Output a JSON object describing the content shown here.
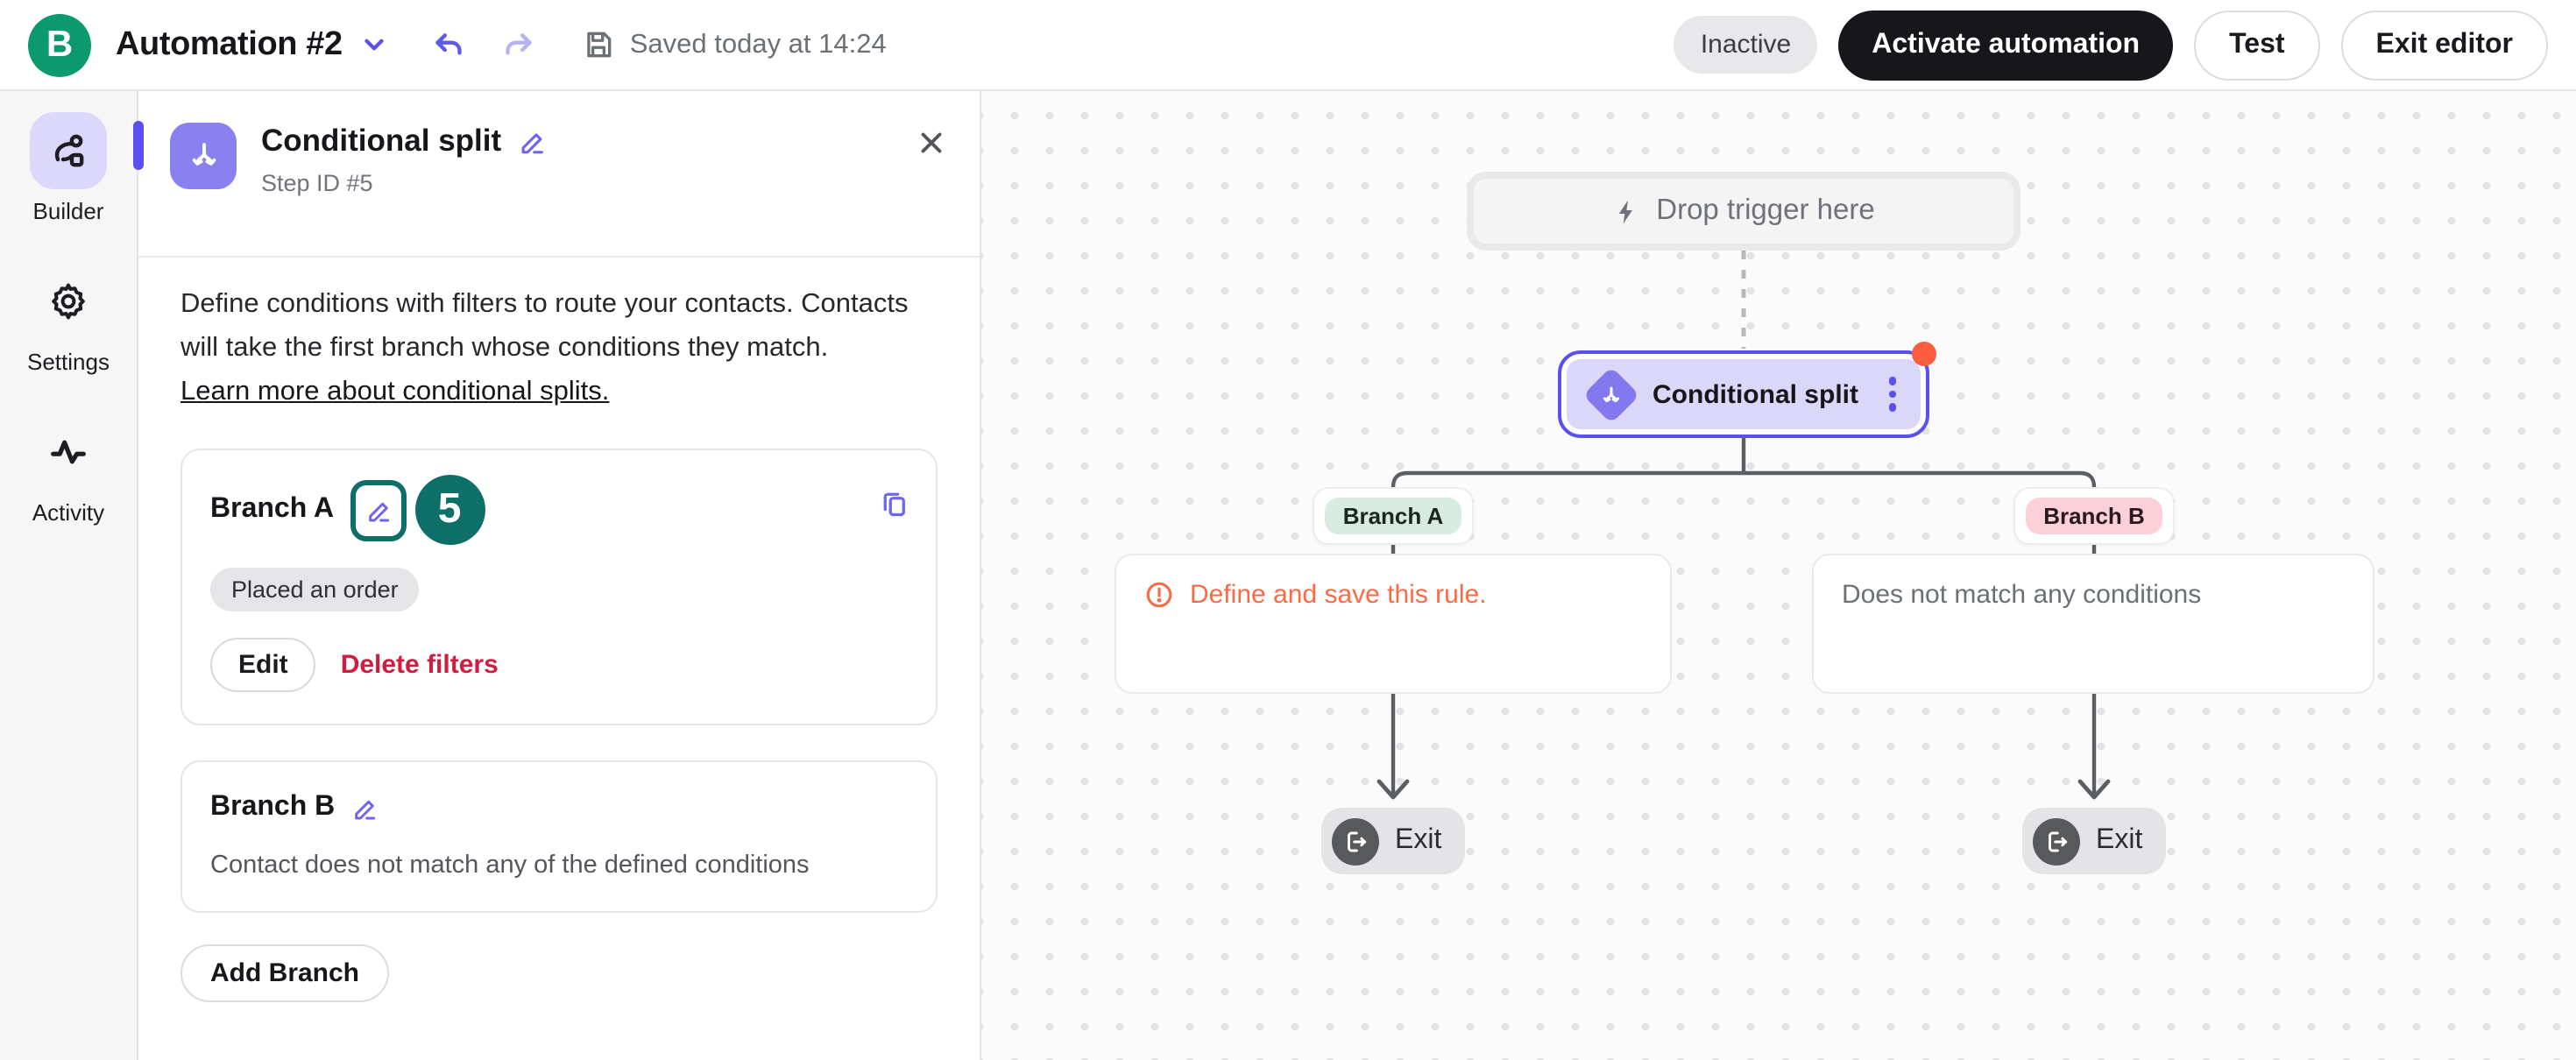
{
  "topbar": {
    "logo_letter": "B",
    "title": "Automation #2",
    "saved_status": "Saved today at 14:24",
    "status_badge": "Inactive",
    "activate_button": "Activate automation",
    "test_button": "Test",
    "exit_button": "Exit editor"
  },
  "sidebar": {
    "items": [
      {
        "label": "Builder",
        "icon": "flow-icon",
        "active": true
      },
      {
        "label": "Settings",
        "icon": "gear-icon",
        "active": false
      },
      {
        "label": "Activity",
        "icon": "activity-icon",
        "active": false
      }
    ]
  },
  "panel": {
    "title": "Conditional split",
    "step_id": "Step ID #5",
    "description": "Define conditions with filters to route your contacts. Contacts will take the first branch whose conditions they match.",
    "learn_more_link": "Learn more about conditional splits.",
    "branch_a": {
      "name": "Branch A",
      "annotation_badge": "5",
      "filter_chip": "Placed an order",
      "edit_button": "Edit",
      "delete_link": "Delete filters"
    },
    "branch_b": {
      "name": "Branch B",
      "description": "Contact does not match any of the defined conditions"
    },
    "add_branch_button": "Add Branch"
  },
  "canvas": {
    "trigger_placeholder": "Drop trigger here",
    "node_label": "Conditional split",
    "branch_a_chip": "Branch A",
    "branch_b_chip": "Branch B",
    "branch_a_rule_warning": "Define and save this rule.",
    "branch_b_rule_text": "Does not match any conditions",
    "exit_labels": [
      "Exit",
      "Exit"
    ]
  },
  "colors": {
    "brand_green": "#0b996e",
    "accent_indigo": "#5a4ff0",
    "lavender_fill": "#dbd7f9",
    "alert_orange": "#fb5d3e",
    "warning_text": "#fa6a44",
    "danger_red": "#d21c3f",
    "annotation_teal": "#0d6f68",
    "mint_chip": "#d7ebe0",
    "pink_chip": "#fbd0d9"
  }
}
